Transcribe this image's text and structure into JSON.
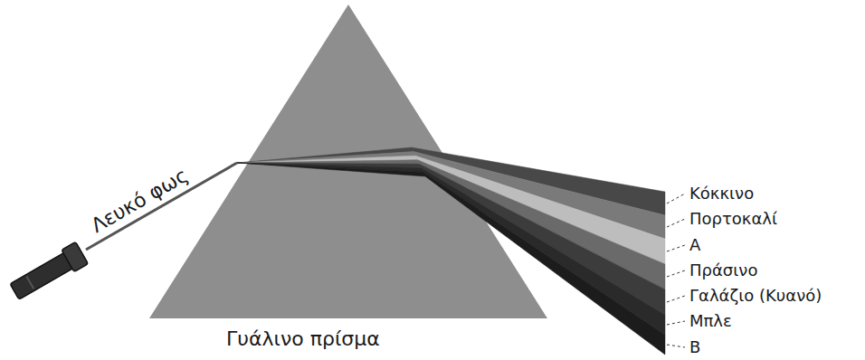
{
  "diagram": {
    "labels": [
      "Λευκό φως",
      "Γυάλινο πρίσμα",
      "Κόκκινο",
      "Πορτοκαλί",
      "Α",
      "Πράσινο",
      "Γαλάζιο (Κυανό)",
      "Μπλε",
      "Β"
    ]
  }
}
